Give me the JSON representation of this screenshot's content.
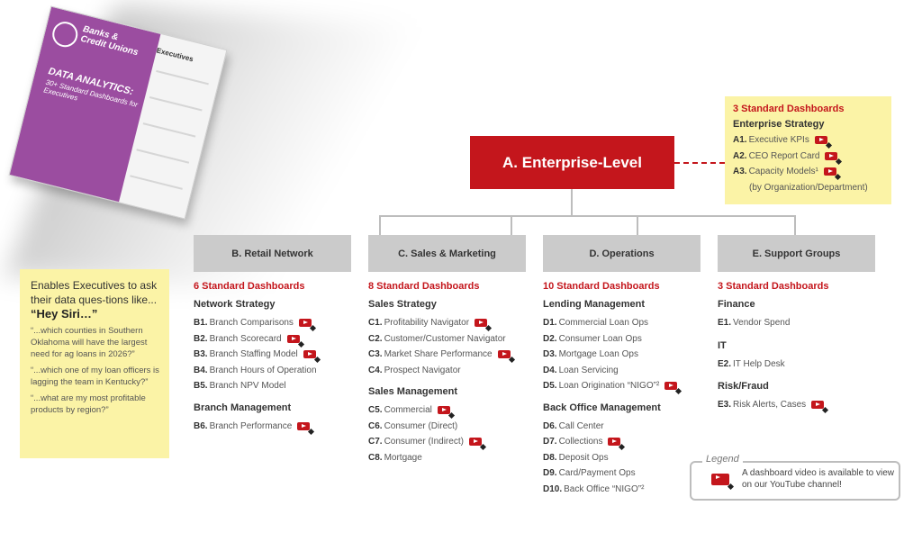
{
  "brochure": {
    "title": "Banks & Credit Unions",
    "headline": "DATA ANALYTICS:",
    "subtitle": "30+ Standard Dashboards for Executives",
    "side_header": "Executives"
  },
  "enterprise": {
    "box_label": "A. Enterprise-Level",
    "count_label": "3 Standard Dashboards",
    "section": "Enterprise Strategy",
    "items": [
      {
        "code": "A1.",
        "label": "Executive KPIs",
        "video": true
      },
      {
        "code": "A2.",
        "label": "CEO Report Card",
        "video": true
      },
      {
        "code": "A3.",
        "label": "Capacity Models¹",
        "video": true
      }
    ],
    "note": "(by Organization/Department)"
  },
  "hey_siri": {
    "intro": "Enables Executives to ask their data ques-tions like...",
    "emphasis": "“Hey Siri…”",
    "quotes": [
      "“...which counties in Southern Oklahoma will have the largest need for ag loans in 2026?”",
      "“...which one of my loan officers is lagging the team in Kentucky?”",
      "“...what are my most profitable products by region?”"
    ]
  },
  "columns": [
    {
      "header": "B. Retail Network",
      "count_label": "6 Standard Dashboards",
      "sections": [
        {
          "title": "Network Strategy",
          "items": [
            {
              "code": "B1.",
              "label": "Branch Comparisons",
              "video": true
            },
            {
              "code": "B2.",
              "label": "Branch Scorecard",
              "video": true
            },
            {
              "code": "B3.",
              "label": "Branch Staffing Model",
              "video": true
            },
            {
              "code": "B4.",
              "label": "Branch Hours of Operation",
              "video": false
            },
            {
              "code": "B5.",
              "label": "Branch NPV Model",
              "video": false
            }
          ]
        },
        {
          "title": "Branch Management",
          "items": [
            {
              "code": "B6.",
              "label": "Branch Performance",
              "video": true
            }
          ]
        }
      ]
    },
    {
      "header": "C. Sales & Marketing",
      "count_label": "8 Standard Dashboards",
      "sections": [
        {
          "title": "Sales Strategy",
          "items": [
            {
              "code": "C1.",
              "label": "Profitability Navigator",
              "video": true
            },
            {
              "code": "C2.",
              "label": "Customer/Customer Navigator",
              "video": false
            },
            {
              "code": "C3.",
              "label": "Market Share Performance",
              "video": true
            },
            {
              "code": "C4.",
              "label": "Prospect Navigator",
              "video": false
            }
          ]
        },
        {
          "title": "Sales Management",
          "items": [
            {
              "code": "C5.",
              "label": "Commercial",
              "video": true
            },
            {
              "code": "C6.",
              "label": "Consumer (Direct)",
              "video": false
            },
            {
              "code": "C7.",
              "label": "Consumer (Indirect)",
              "video": true
            },
            {
              "code": "C8.",
              "label": "Mortgage",
              "video": false
            }
          ]
        }
      ]
    },
    {
      "header": "D. Operations",
      "count_label": "10 Standard Dashboards",
      "sections": [
        {
          "title": "Lending Management",
          "items": [
            {
              "code": "D1.",
              "label": "Commercial Loan Ops",
              "video": false
            },
            {
              "code": "D2.",
              "label": "Consumer Loan Ops",
              "video": false
            },
            {
              "code": "D3.",
              "label": "Mortgage Loan Ops",
              "video": false
            },
            {
              "code": "D4.",
              "label": "Loan Servicing",
              "video": false
            },
            {
              "code": "D5.",
              "label": "Loan Origination “NIGO”²",
              "video": true
            }
          ]
        },
        {
          "title": "Back Office Management",
          "items": [
            {
              "code": "D6.",
              "label": "Call Center",
              "video": false
            },
            {
              "code": "D7.",
              "label": "Collections",
              "video": true
            },
            {
              "code": "D8.",
              "label": "Deposit Ops",
              "video": false
            },
            {
              "code": "D9.",
              "label": "Card/Payment Ops",
              "video": false
            },
            {
              "code": "D10.",
              "label": "Back Office “NIGO”²",
              "video": false
            }
          ]
        }
      ]
    },
    {
      "header": "E. Support Groups",
      "count_label": "3 Standard Dashboards",
      "sections": [
        {
          "title": "Finance",
          "items": [
            {
              "code": "E1.",
              "label": "Vendor Spend",
              "video": false
            }
          ]
        },
        {
          "title": "IT",
          "items": [
            {
              "code": "E2.",
              "label": "IT Help Desk",
              "video": false
            }
          ]
        },
        {
          "title": "Risk/Fraud",
          "items": [
            {
              "code": "E3.",
              "label": "Risk Alerts, Cases",
              "video": true
            }
          ]
        }
      ]
    }
  ],
  "legend": {
    "title": "Legend",
    "text": "A dashboard video is available to view on our YouTube channel!",
    "icon": "youtube-play-icon"
  },
  "colors": {
    "accent_red": "#c4161c",
    "note_yellow": "#fbf3a6",
    "header_gray": "#cbcbcb",
    "brochure_purple": "#9b4da0"
  }
}
